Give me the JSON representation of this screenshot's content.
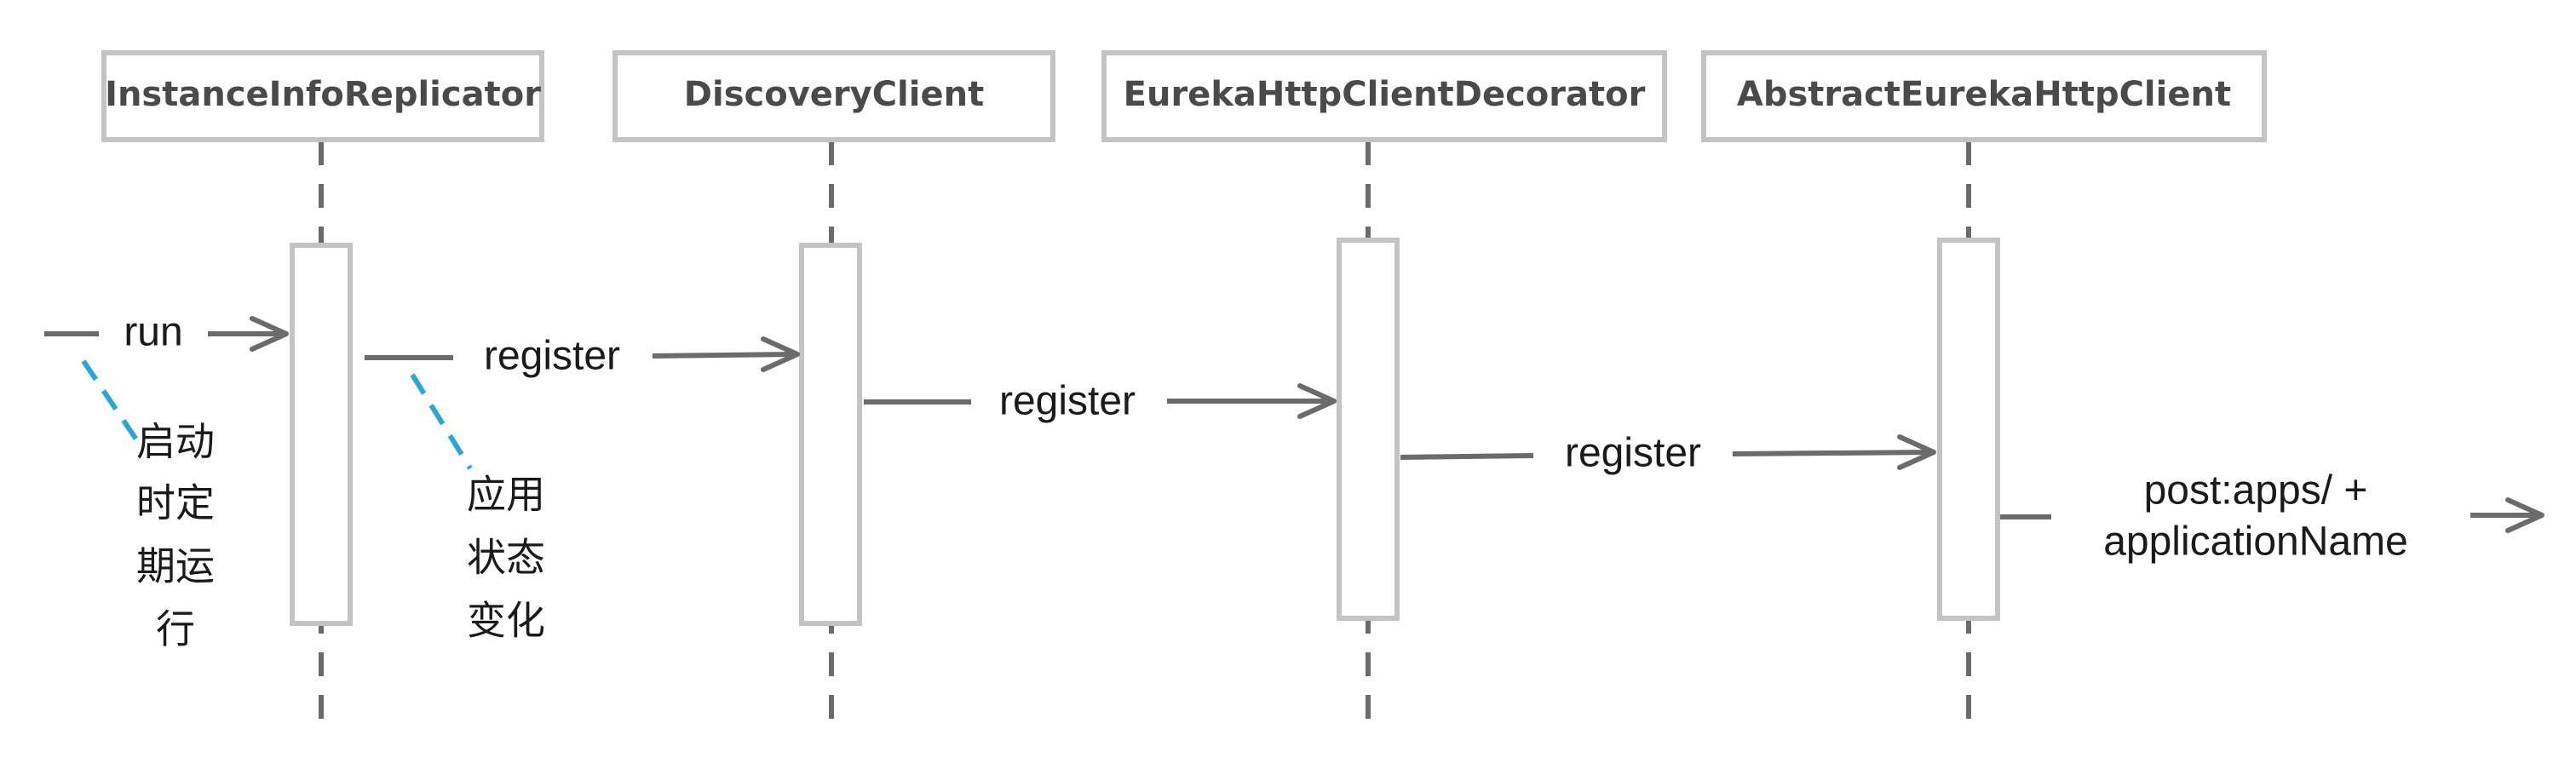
{
  "lifelines": [
    {
      "id": "InstanceInfoReplicator",
      "label": "InstanceInfoReplicator"
    },
    {
      "id": "DiscoveryClient",
      "label": "DiscoveryClient"
    },
    {
      "id": "EurekaHttpClientDecorator",
      "label": "EurekaHttpClientDecorator"
    },
    {
      "id": "AbstractEurekaHttpClient",
      "label": "AbstractEurekaHttpClient"
    }
  ],
  "messages": [
    {
      "from": "external-left",
      "to": "InstanceInfoReplicator",
      "label": [
        "run"
      ]
    },
    {
      "from": "InstanceInfoReplicator",
      "to": "DiscoveryClient",
      "label": [
        "register"
      ]
    },
    {
      "from": "DiscoveryClient",
      "to": "EurekaHttpClientDecorator",
      "label": [
        "register"
      ]
    },
    {
      "from": "EurekaHttpClientDecorator",
      "to": "AbstractEurekaHttpClient",
      "label": [
        "register"
      ]
    },
    {
      "from": "AbstractEurekaHttpClient",
      "to": "external-right",
      "label": [
        "post:apps/ +",
        "applicationName"
      ]
    }
  ],
  "notes": [
    {
      "attached_to": "run",
      "lines": [
        "启动",
        "时定",
        "期运",
        "行"
      ]
    },
    {
      "attached_to": "register-1",
      "lines": [
        "应用",
        "状态",
        "变化"
      ]
    }
  ],
  "colors": {
    "box_stroke": "#c3c3c3",
    "line": "#6b6b6b",
    "note_link": "#2ba6d6",
    "text": "#1a1a1a",
    "title_text": "#4a4a4a"
  }
}
